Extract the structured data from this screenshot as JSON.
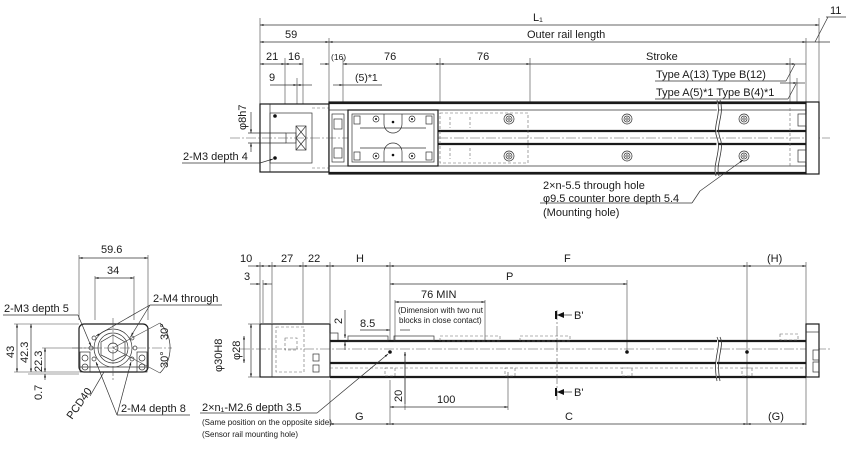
{
  "drawing": {
    "title": "Actuator dimensional drawing",
    "top_view": {
      "overall_length_label": "L₁",
      "outer_rail_length_label": "Outer rail length",
      "stroke_label": "Stroke",
      "end_clearance_label": "11",
      "motor_block_label": "59",
      "dims": {
        "d21": "21",
        "d16": "16",
        "d9": "9",
        "d16_paren": "(16)",
        "d5_note": "(5)*1",
        "pitch1": "76",
        "pitch2": "76"
      },
      "type_notes": {
        "line1": "Type A(13) Type B(12)",
        "line2": "Type A(5)*1 Type B(4)*1"
      },
      "shaft_label": "φ8h7",
      "tap_label": "2-M3 depth 4",
      "mounting_hole_note": {
        "line1": "2×n-5.5 through hole",
        "line2": "φ9.5 counter bore depth 5.4",
        "line3": "(Mounting hole)"
      }
    },
    "end_view": {
      "width_label": "59.6",
      "inner_width_label": "34",
      "through_label": "2-M4 through",
      "m3_label": "2-M3 depth 5",
      "m4_depth_label": "2-M4 depth 8",
      "pcd_label": "PCD40",
      "height_43": "43",
      "height_423": "42.3",
      "height_223": "22.3",
      "height_07": "0.7",
      "angle_top": "30°",
      "angle_bottom": "30°"
    },
    "side_view": {
      "dims": {
        "d10": "10",
        "d27": "27",
        "d22": "22",
        "d3": "3",
        "H": "H",
        "H_paren": "(H)",
        "F": "F",
        "P": "P",
        "min76": "76 MIN",
        "min_note1": "(Dimension with two nut",
        "min_note2": "blocks in close contact)",
        "d2": "2",
        "d85": "8.5",
        "d20": "20",
        "d100": "100",
        "G": "G",
        "G_paren": "(G)",
        "C": "C"
      },
      "bore_label": "φ30H8",
      "spigot_label": "φ28",
      "section_label": "B'",
      "sensor_note": {
        "line1": "2×n₁-M2.6 depth 3.5",
        "line2": "(Same position on the opposite side)",
        "line3": "(Sensor rail mounting hole)"
      }
    }
  }
}
